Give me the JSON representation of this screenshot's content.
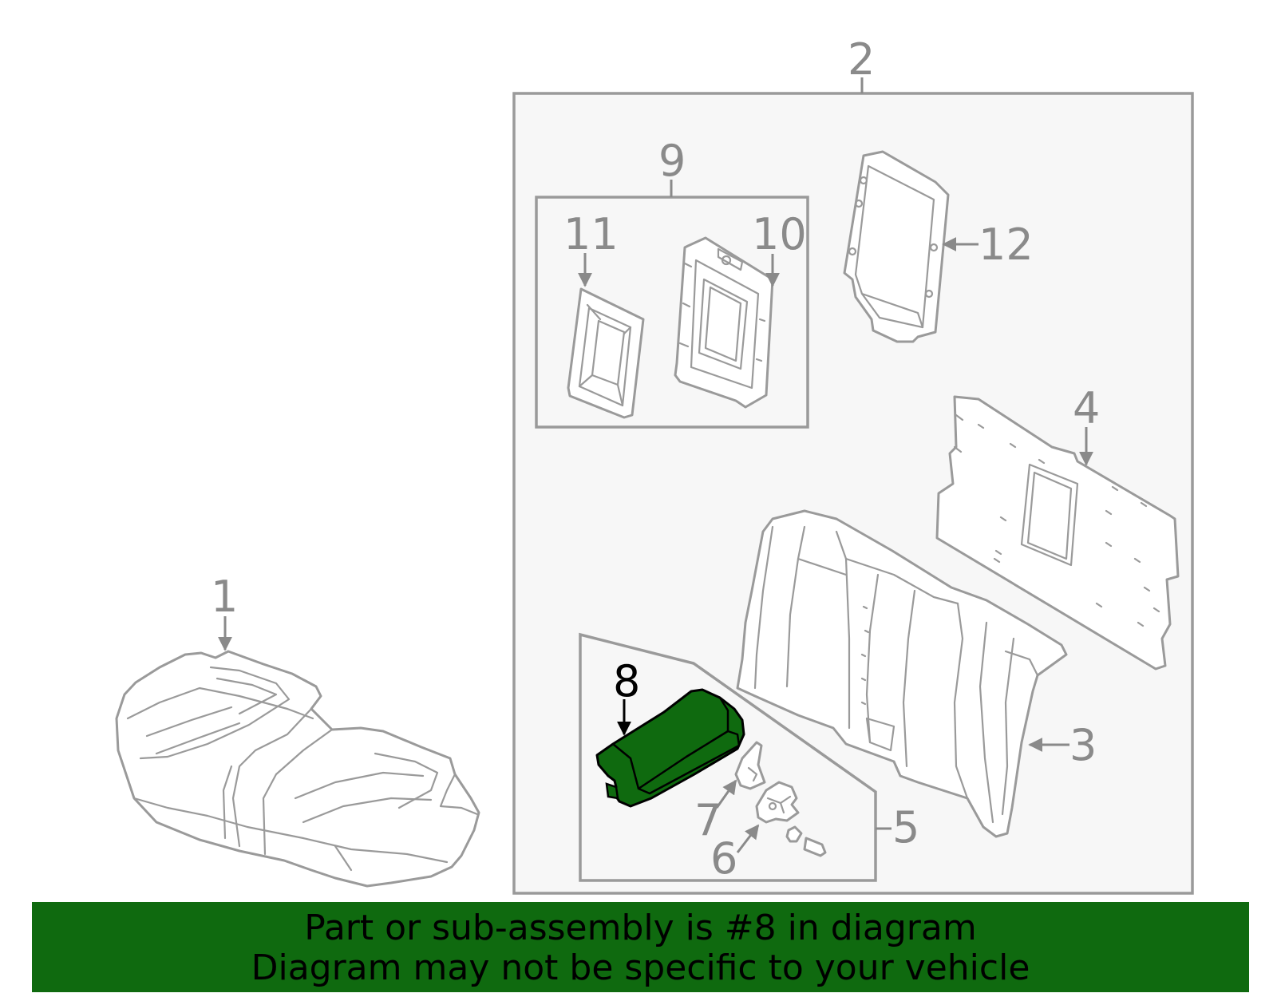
{
  "diagram": {
    "callouts": {
      "c1": "1",
      "c2": "2",
      "c3": "3",
      "c4": "4",
      "c5": "5",
      "c6": "6",
      "c7": "7",
      "c8": "8",
      "c9": "9",
      "c10": "10",
      "c11": "11",
      "c12": "12"
    },
    "highlighted_part": "8",
    "colors": {
      "highlight_fill": "#0f6a0f",
      "banner_background": "#0f6a0f",
      "line_gray": "#9a9a9a",
      "panel_fill": "#f7f7f7"
    }
  },
  "footer": {
    "line1": "Part or sub-assembly is #8 in diagram",
    "line2": "Diagram may not be specific to your vehicle"
  }
}
